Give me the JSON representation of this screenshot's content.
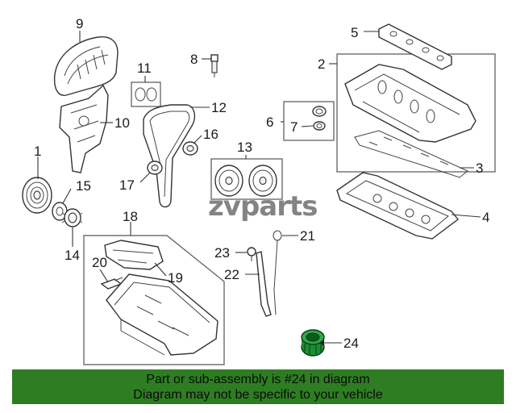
{
  "diagram": {
    "callouts": [
      "1",
      "2",
      "3",
      "4",
      "5",
      "6",
      "7",
      "8",
      "9",
      "10",
      "11",
      "12",
      "13",
      "14",
      "15",
      "16",
      "17",
      "18",
      "19",
      "20",
      "21",
      "22",
      "23",
      "24"
    ],
    "highlight_color": "#1e8c34"
  },
  "watermark": {
    "text": "zvparts"
  },
  "banner": {
    "line1": "Part or sub-assembly is #24 in diagram",
    "line2": "Diagram may not be specific to your vehicle",
    "color": "#2e7d22"
  }
}
